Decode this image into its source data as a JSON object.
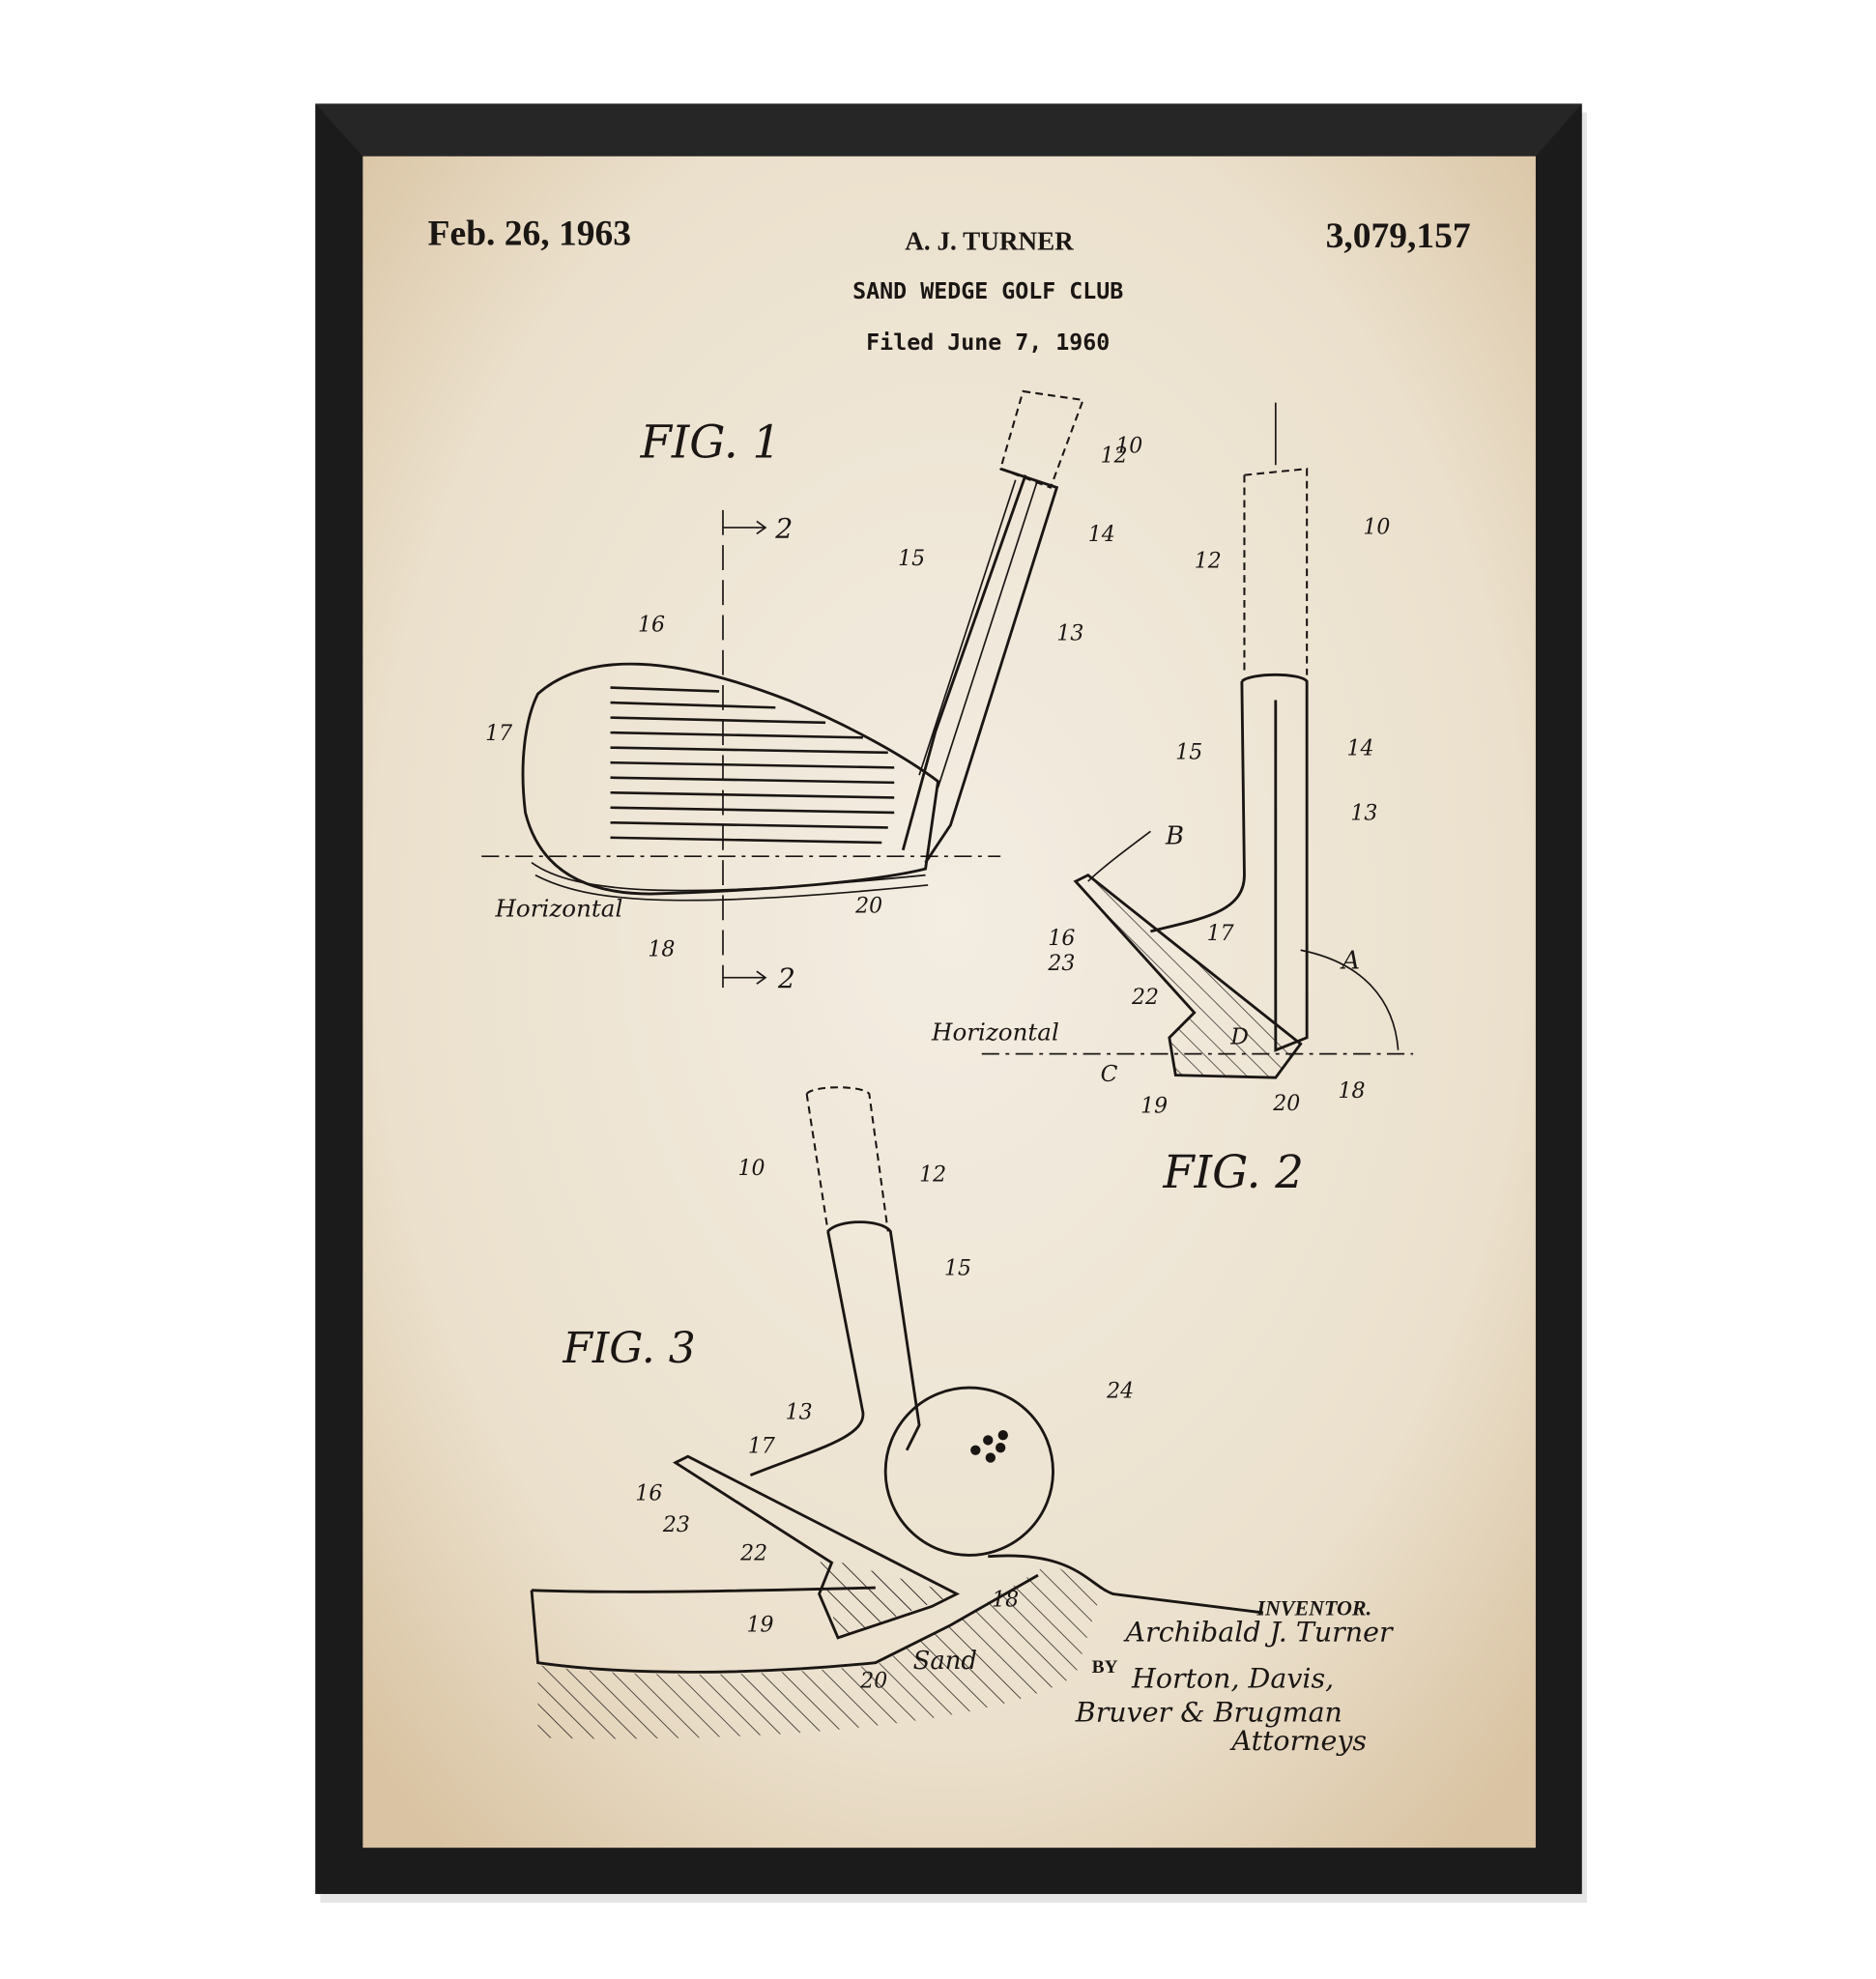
{
  "header": {
    "date": "Feb. 26, 1963",
    "inventor_short": "A. J. TURNER",
    "title": "SAND WEDGE GOLF CLUB",
    "filed": "Filed June 7, 1960",
    "patent_number": "3,079,157"
  },
  "fig1": {
    "title": "FIG. 1",
    "section_mark": "2",
    "horizontal": "Horizontal",
    "labels": [
      "10",
      "12",
      "14",
      "15",
      "13",
      "16",
      "17",
      "18",
      "20"
    ]
  },
  "fig2": {
    "title": "FIG. 2",
    "horizontal": "Horizontal",
    "labels": [
      "10",
      "12",
      "15",
      "14",
      "13",
      "B",
      "A",
      "16",
      "23",
      "17",
      "22",
      "D",
      "C",
      "19",
      "20",
      "18"
    ]
  },
  "fig3": {
    "title": "FIG. 3",
    "sand": "Sand",
    "labels": [
      "10",
      "12",
      "15",
      "13",
      "24",
      "17",
      "16",
      "23",
      "22",
      "18",
      "19",
      "20"
    ]
  },
  "signature": {
    "inventor_label": "INVENTOR.",
    "inventor_name": "Archibald J. Turner",
    "by": "BY",
    "attorneys_line1": "Horton, Davis,",
    "attorneys_line2": "Bruver & Brugman",
    "attorneys_line3": "Attorneys"
  },
  "colors": {
    "frame": "#1b1b1b",
    "paper": "#efe6d6",
    "ink": "#1a1614"
  }
}
